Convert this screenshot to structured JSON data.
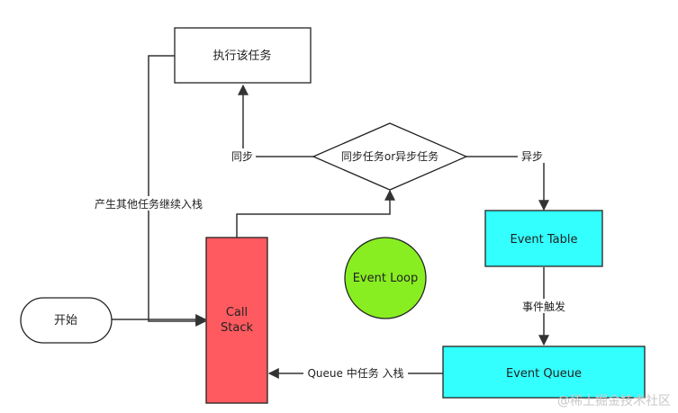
{
  "nodes": {
    "execute_task": "执行该任务",
    "decision": "同步任务or异步任务",
    "event_table": "Event Table",
    "event_loop": "Event Loop",
    "call_stack_line1": "Call",
    "call_stack_line2": "Stack",
    "start": "开始",
    "event_queue": "Event Queue"
  },
  "edges": {
    "sync": "同步",
    "async": "异步",
    "new_task": "产生其他任务继续入栈",
    "event_trigger": "事件触发",
    "queue_to_stack": "Queue 中任务 入栈"
  },
  "watermark": "@稀土掘金技术社区",
  "colors": {
    "call_stack": "#ff5a5f",
    "event_table": "#33ffff",
    "event_queue": "#33ffff",
    "event_loop": "#88ee22",
    "line": "#333333"
  }
}
